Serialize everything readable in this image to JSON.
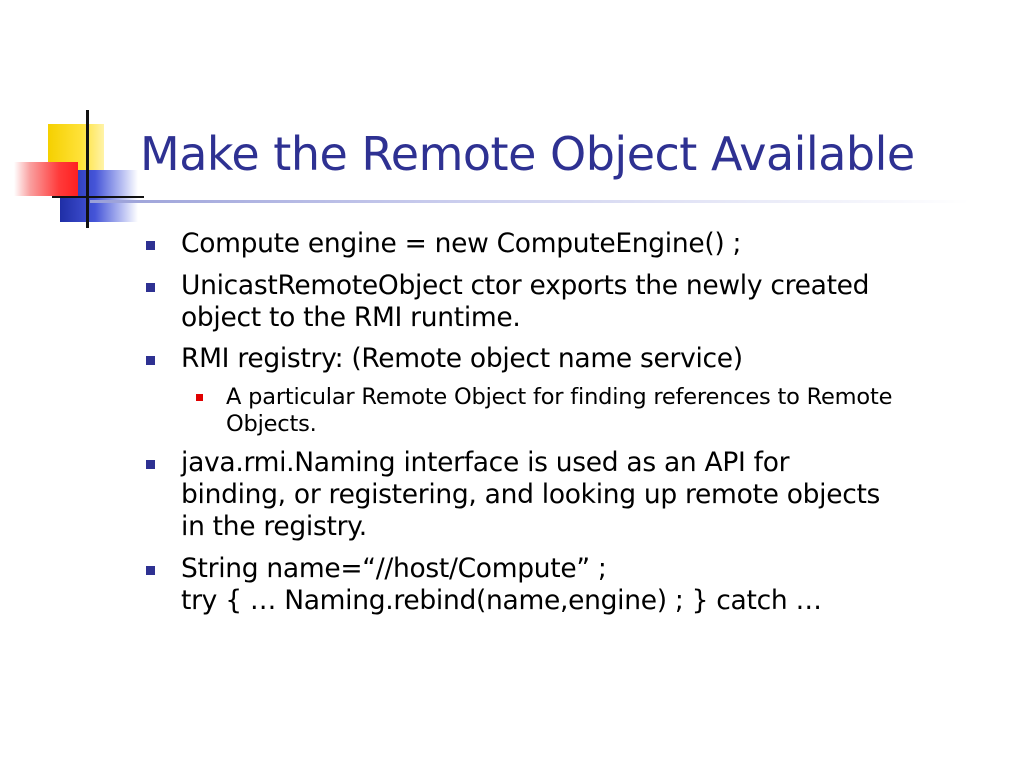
{
  "slide": {
    "title": "Make the Remote Object Available",
    "bullets": [
      {
        "level": 1,
        "text": "Compute engine = new ComputeEngine() ;"
      },
      {
        "level": 1,
        "text": "UnicastRemoteObject ctor exports the newly created\nobject to the RMI runtime."
      },
      {
        "level": 1,
        "text": "RMI registry: (Remote object name service)"
      },
      {
        "level": 2,
        "text": "A particular Remote Object for finding references to Remote\nObjects."
      },
      {
        "level": 1,
        "text": "java.rmi.Naming interface is used as an API for\nbinding, or registering, and looking up remote objects\nin the registry."
      },
      {
        "level": 1,
        "text": "String name=“//host/Compute” ;\ntry { … Naming.rebind(name,engine) ; } catch …"
      }
    ]
  },
  "colors": {
    "title": "#2e3192",
    "bullet_level1": "#2e3192",
    "bullet_level2": "#e00000",
    "logo_yellow": "#f5d000",
    "logo_blue": "#1f2ea6",
    "logo_red": "#ff2020"
  }
}
